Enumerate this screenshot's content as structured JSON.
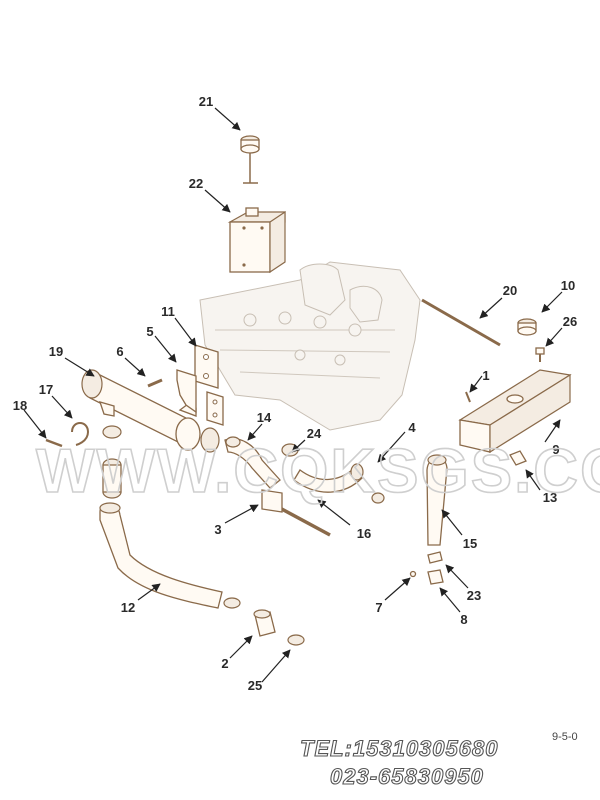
{
  "labels": [
    "1",
    "2",
    "3",
    "4",
    "5",
    "6",
    "7",
    "8",
    "9",
    "10",
    "11",
    "12",
    "13",
    "14",
    "15",
    "16",
    "17",
    "18",
    "19",
    "20",
    "21",
    "22",
    "23",
    "24",
    "25",
    "26"
  ],
  "watermark": "WWW.CQKSGS.COM",
  "contact": {
    "tel": "TEL:15310305680",
    "phone": "023-65830950"
  },
  "drawing_code": "9-5-0"
}
